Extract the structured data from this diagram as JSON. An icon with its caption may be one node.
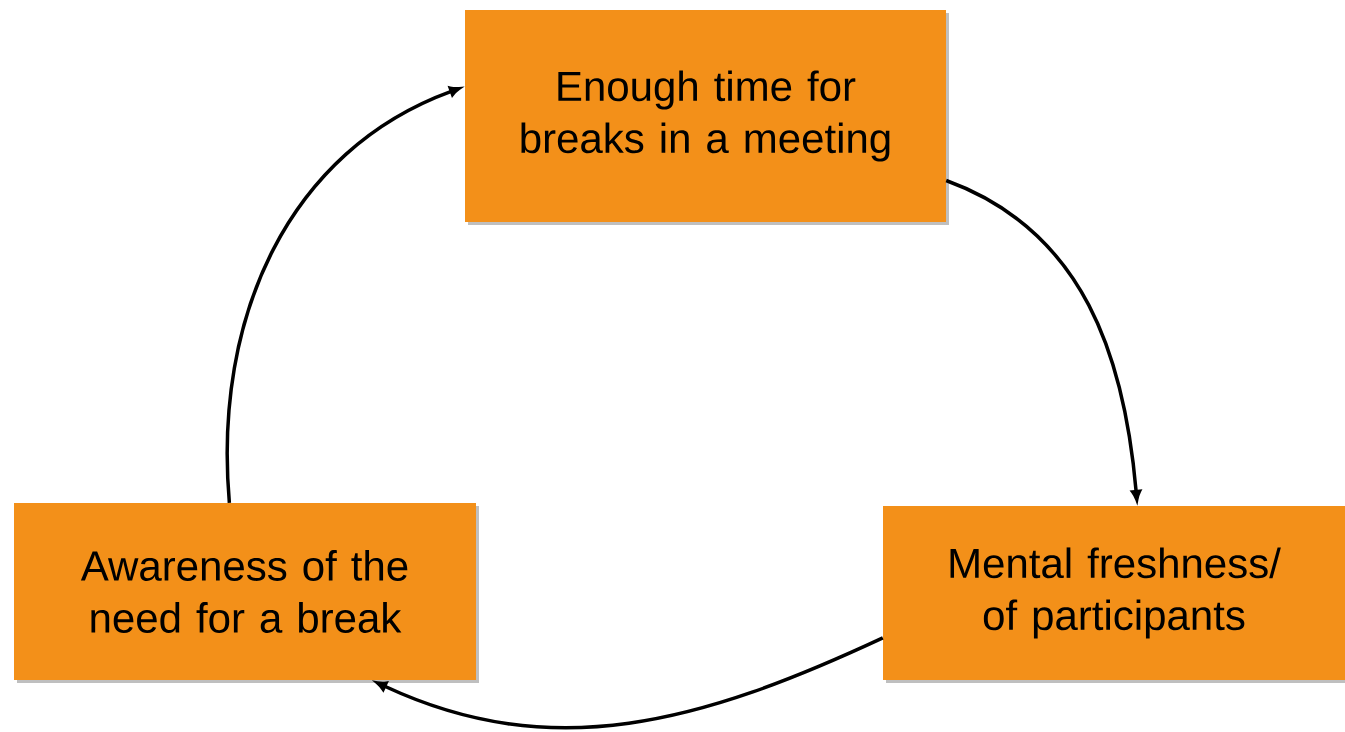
{
  "diagram": {
    "nodes": [
      {
        "text": [
          "Enough time for breaks in a meeting"
        ]
      },
      {
        "text": [
          "Awareness of the need for a break"
        ]
      },
      {
        "text": [
          "Mental freshness/ of participants"
        ]
      }
    ],
    "edges": [
      {
        "from": 0,
        "to": 2,
        "arrow": "to"
      },
      {
        "from": 2,
        "to": 1,
        "arrow": "to"
      },
      {
        "from": 1,
        "to": 0,
        "arrow": "to"
      }
    ]
  }
}
